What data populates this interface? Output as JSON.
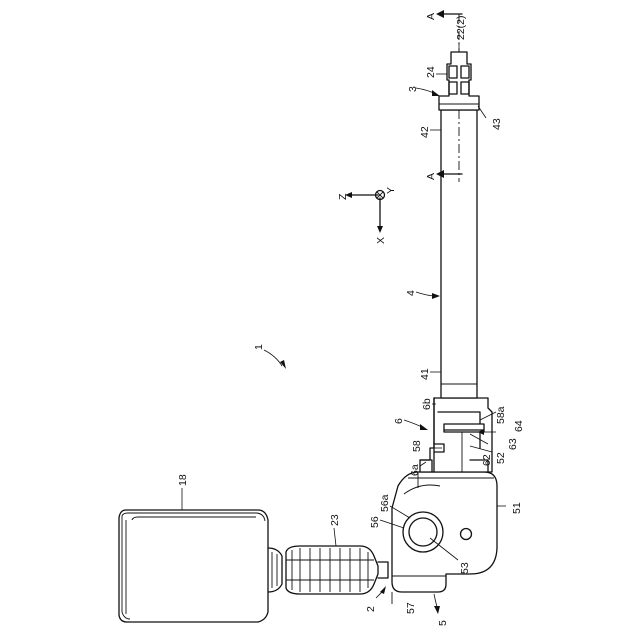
{
  "labels": {
    "r1": "1",
    "r2": "2",
    "r3": "3",
    "r4": "4",
    "r5": "5",
    "r6": "6",
    "r6a": "6a",
    "r6b": "6b",
    "r18": "18",
    "r22": "22(2)",
    "r23": "23",
    "r24": "24",
    "r41": "41",
    "r42": "42",
    "r43": "43",
    "r51": "51",
    "r52": "52",
    "r53": "53",
    "r56": "56",
    "r56a": "56a",
    "r57": "57",
    "r58": "58",
    "r58a": "58a",
    "r62": "62",
    "r63": "63",
    "r64": "64",
    "sectionTop": "A",
    "sectionMid": "A"
  },
  "axes": {
    "z": "Z",
    "y": "Y",
    "x": "X"
  }
}
